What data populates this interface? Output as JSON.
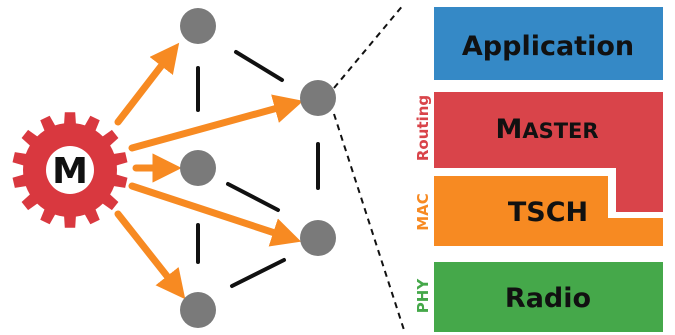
{
  "master_badge": {
    "letter": "M",
    "color": "#d9383f"
  },
  "colors": {
    "node": "#7a7a7a",
    "arrow": "#f78a22",
    "link": "#111111",
    "application": "#3589c6",
    "routing": "#d9444a",
    "mac": "#f78a22",
    "phy": "#45a84a"
  },
  "stack": {
    "application": {
      "label": "Application"
    },
    "routing": {
      "side_label": "Routing",
      "label_initial": "M",
      "label_rest": "ASTER"
    },
    "mac": {
      "side_label": "MAC",
      "label": "TSCH"
    },
    "phy": {
      "side_label": "PHY",
      "label": "Radio"
    }
  }
}
